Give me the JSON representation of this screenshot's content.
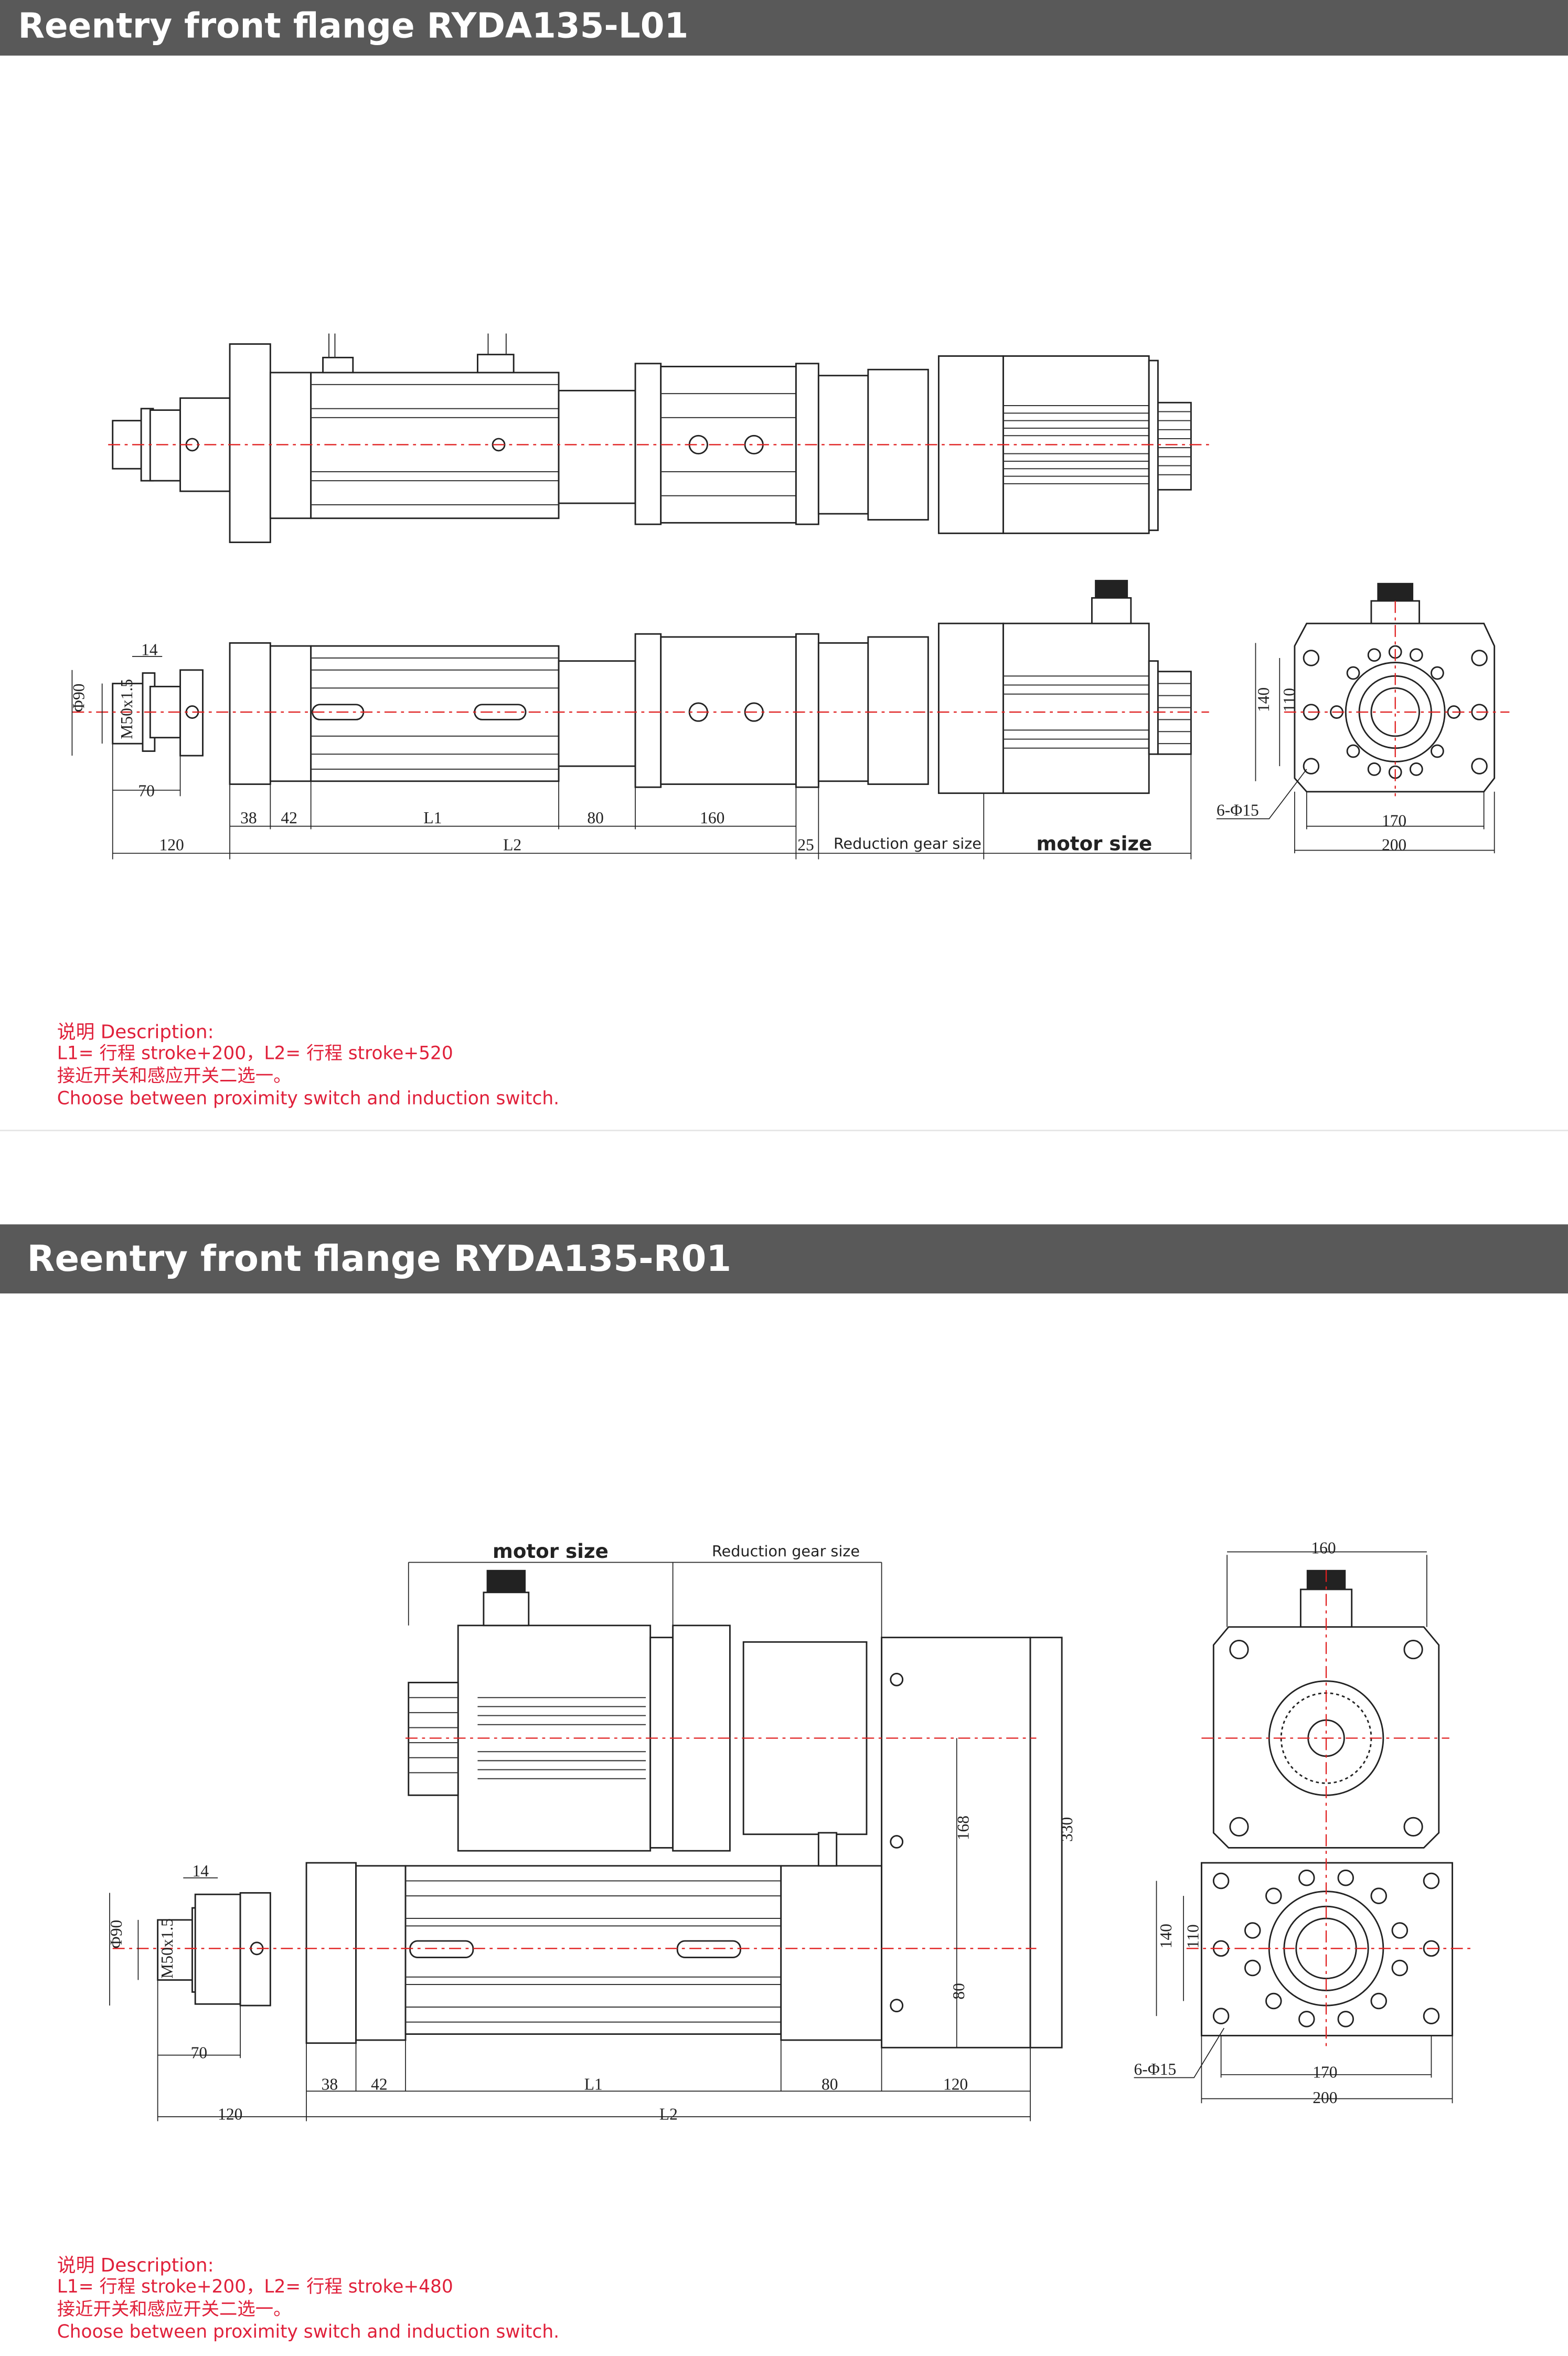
{
  "sections": [
    {
      "title": "Reentry front flange RYDA135-L01",
      "description": {
        "heading": "说明 Description:",
        "lines": [
          "L1= 行程 stroke+200，L2= 行程 stroke+520",
          "接近开关和感应开关二选一。",
          "Choose between proximity switch and induction switch."
        ]
      },
      "dimensions": {
        "d14": "14",
        "phi90": "Φ90",
        "thread": "M50x1.5",
        "d70": "70",
        "d38": "38",
        "d42": "42",
        "L1": "L1",
        "d80": "80",
        "d160": "160",
        "d120": "120",
        "L2": "L2",
        "d25": "25",
        "gear_label": "Reduction gear size",
        "motor_label": "motor size",
        "d140": "140",
        "d110": "110",
        "holes": "6-Φ15",
        "d170": "170",
        "d200": "200"
      }
    },
    {
      "title": "Reentry front flange RYDA135-R01",
      "description": {
        "heading": "说明 Description:",
        "lines": [
          "L1= 行程 stroke+200，L2= 行程 stroke+480",
          "接近开关和感应开关二选一。",
          "Choose between proximity switch and induction switch."
        ]
      },
      "dimensions": {
        "motor_label": "motor size",
        "gear_label": "Reduction gear size",
        "d14": "14",
        "phi90": "Φ90",
        "thread": "M50x1.5",
        "d70": "70",
        "d38": "38",
        "d42": "42",
        "L1": "L1",
        "d80": "80",
        "d120b": "120",
        "d120": "120",
        "L2": "L2",
        "d168": "168",
        "d80v": "80",
        "d330": "330",
        "d160": "160",
        "d140": "140",
        "d110": "110",
        "holes": "6-Φ15",
        "d170": "170",
        "d200": "200"
      }
    }
  ],
  "colors": {
    "header_bg": "#595959",
    "description_text": "#e0203a",
    "centerline": "#e02020"
  }
}
